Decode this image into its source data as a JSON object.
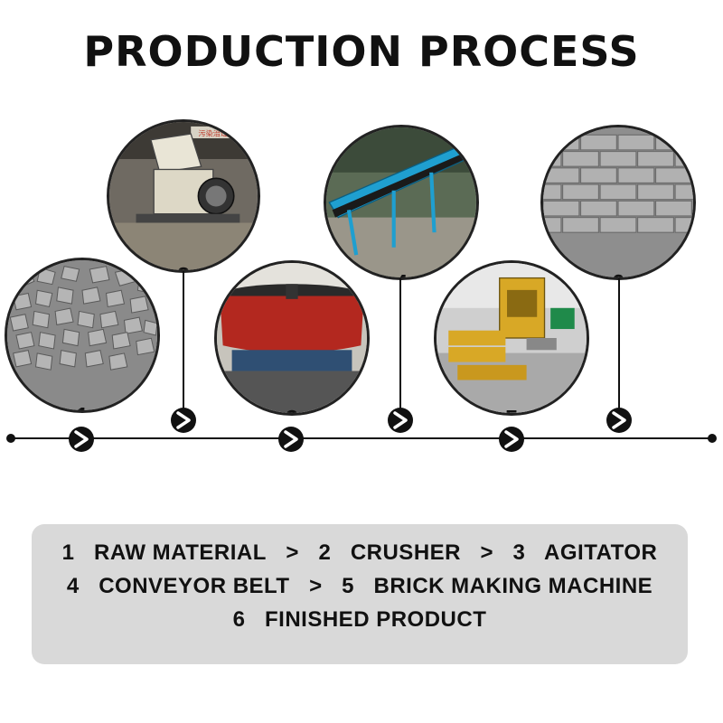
{
  "title": "PRODUCTION PROCESS",
  "stages": [
    {
      "number": "1",
      "name": "RAW MATERIAL"
    },
    {
      "number": "2",
      "name": "CRUSHER"
    },
    {
      "number": "3",
      "name": "AGITATOR"
    },
    {
      "number": "4",
      "name": "CONVEYOR BELT"
    },
    {
      "number": "5",
      "name": "BRICK MAKING MACHINE"
    },
    {
      "number": "6",
      "name": "FINISHED PRODUCT"
    }
  ],
  "photo_signage": "污染治理",
  "separator": ">",
  "colors": {
    "panel": "#d9d9d9",
    "timeline": "#111111",
    "text": "#111111"
  }
}
